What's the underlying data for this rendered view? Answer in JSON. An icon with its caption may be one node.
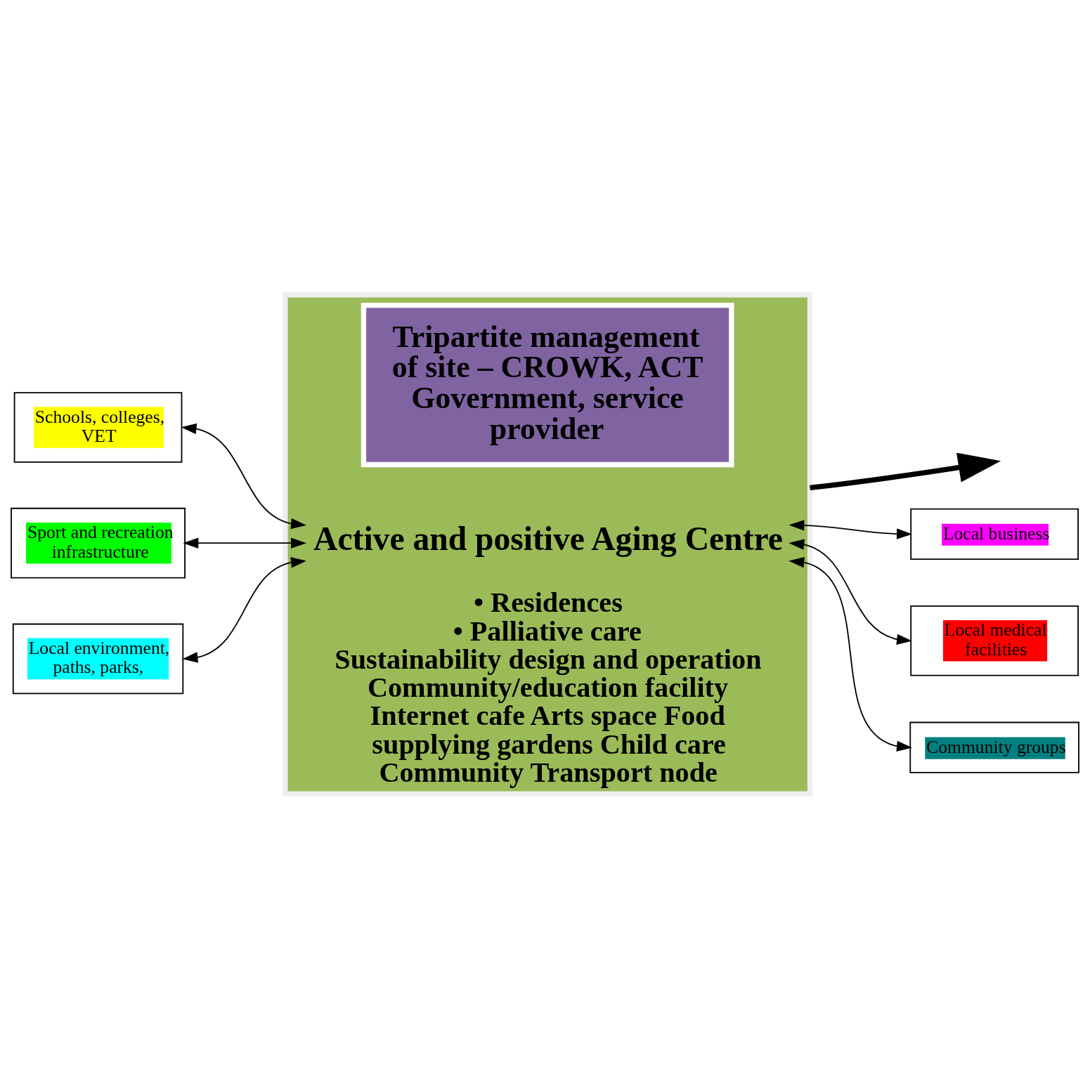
{
  "diagram": {
    "nodes": [
      {
        "text": [
          "• Residences",
          "• Palliative care",
          "Sustainability design and operation Community/education facility Internet cafe Arts space Food supplying gardens Child care Community Transport node"
        ]
      },
      {
        "text": [
          "Active and positive Aging Centre"
        ],
        "in": 0
      },
      {
        "text": [
          "Tripartite management of site – CROWK, ACT Government, service provider"
        ],
        "in": 0
      },
      {
        "text": [
          "Schools, colleges, VET"
        ]
      },
      {
        "text": [
          "Sport and recreation infrastructure"
        ]
      },
      {
        "text": [
          "Local environment, paths, parks,"
        ]
      },
      {
        "text": [
          "Local business"
        ]
      },
      {
        "text": [
          "Local medical facilities"
        ]
      },
      {
        "text": [
          "Community groups"
        ]
      }
    ],
    "edges": [
      {
        "from": 1,
        "to": 3,
        "arrow": "both"
      },
      {
        "from": 1,
        "to": 4,
        "arrow": "both"
      },
      {
        "from": 1,
        "to": 5,
        "arrow": "both"
      },
      {
        "from": 1,
        "to": 6,
        "arrow": "both"
      },
      {
        "from": 1,
        "to": 7,
        "arrow": "both"
      },
      {
        "from": 1,
        "to": 8,
        "arrow": "both"
      },
      {
        "from": 0,
        "to": null,
        "arrow": "to",
        "style": "thick"
      }
    ]
  }
}
